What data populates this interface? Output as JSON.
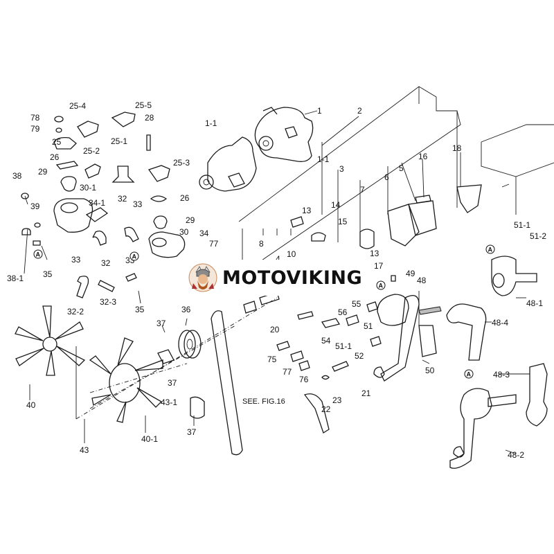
{
  "diagram": {
    "callouts": [
      "1",
      "2",
      "1-1",
      "1-1",
      "3",
      "4",
      "5",
      "6",
      "7",
      "8",
      "10",
      "13",
      "13",
      "14",
      "15",
      "16",
      "17",
      "18",
      "20",
      "21",
      "22",
      "23",
      "25",
      "25-1",
      "25-2",
      "25-3",
      "25-4",
      "25-5",
      "26",
      "26",
      "28",
      "29",
      "29",
      "30",
      "30-1",
      "32",
      "32",
      "32-2",
      "32-3",
      "33",
      "33",
      "33",
      "34",
      "34-1",
      "35",
      "35",
      "36",
      "37",
      "37",
      "37",
      "38",
      "38-1",
      "39",
      "40",
      "40-1",
      "43",
      "43-1",
      "48",
      "48-1",
      "48-2",
      "48-3",
      "48-4",
      "49",
      "50",
      "51",
      "51-1",
      "51-1",
      "51-2",
      "52",
      "54",
      "55",
      "56",
      "75",
      "76",
      "77",
      "77",
      "78",
      "79"
    ],
    "reference_note": "SEE. FIG.16",
    "circle_marker": "A",
    "watermark": "MOTOVIKING"
  }
}
